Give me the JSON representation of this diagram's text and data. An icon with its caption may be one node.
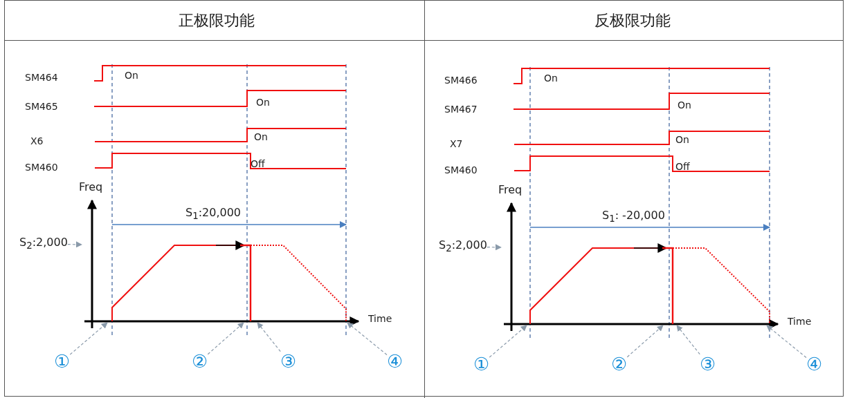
{
  "diagram": {
    "nodes": [
      {
        "text": [
          "S$_{2}$:2,000"
        ]
      },
      {
        "text": [
          "①"
        ]
      },
      {
        "text": [
          "②"
        ]
      },
      {
        "text": [
          "③"
        ]
      },
      {
        "text": [
          "④"
        ]
      },
      {
        "text": [
          "S$_{2}$:2,000"
        ]
      },
      {
        "text": [
          "①"
        ]
      },
      {
        "text": [
          "②"
        ]
      },
      {
        "text": [
          "③"
        ]
      },
      {
        "text": [
          "④"
        ]
      },
      {
        "text": [],
        "shape": "line"
      },
      {
        "text": [],
        "shape": "line"
      }
    ],
    "edges": [
      {
        "from": 0,
        "to": null,
        "arrow": "to",
        "style": "dashed"
      },
      {
        "from": 1,
        "to": 10,
        "arrow": "to",
        "style": "dashed"
      },
      {
        "from": 2,
        "to": 10,
        "arrow": "to",
        "style": "dashed"
      },
      {
        "from": 3,
        "to": 10,
        "arrow": "to",
        "style": "dashed"
      },
      {
        "from": 4,
        "to": 10,
        "arrow": "to",
        "style": "dashed"
      },
      {
        "from": 5,
        "to": null,
        "arrow": "to",
        "style": "dashed"
      },
      {
        "from": 6,
        "to": 11,
        "arrow": "to",
        "style": "dashed"
      },
      {
        "from": 7,
        "to": 11,
        "arrow": "to",
        "style": "dashed"
      },
      {
        "from": 8,
        "to": 11,
        "arrow": "to",
        "style": "dashed"
      },
      {
        "from": 9,
        "to": 11,
        "arrow": "to",
        "style": "dashed"
      }
    ],
    "labels": [
      "正极限功能",
      "反极限功能",
      "SM464",
      "On",
      "SM465",
      "On",
      "X6",
      "On",
      "SM460",
      "Off",
      "Freq",
      "S$_{1}$:20,000",
      "Time",
      "SM466",
      "On",
      "SM467",
      "On",
      "X7",
      "On",
      "SM460",
      "Off",
      "Freq",
      "S$_{1}$: -20,000",
      "Time"
    ]
  }
}
